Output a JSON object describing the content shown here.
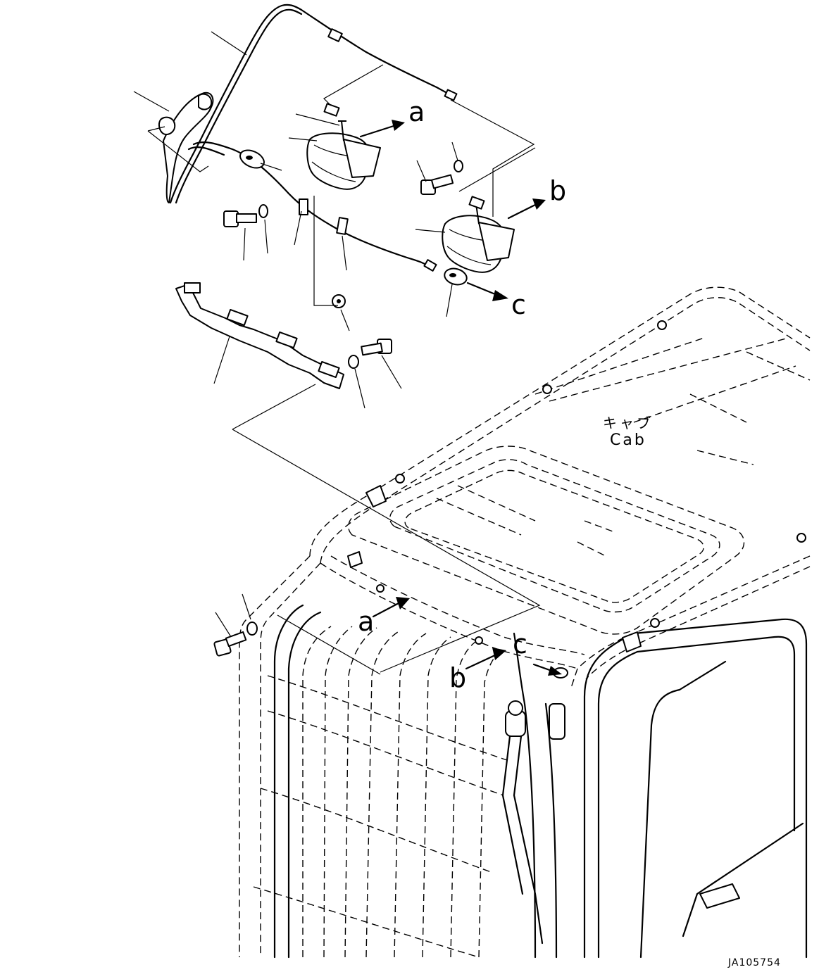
{
  "callouts": {
    "detail_a": "a",
    "detail_b": "b",
    "detail_c": "c",
    "target_a": "a",
    "target_b": "b",
    "target_c": "c"
  },
  "cab_label": {
    "jp": "キャブ",
    "en": "Cab"
  },
  "drawing_number": "JA105754"
}
